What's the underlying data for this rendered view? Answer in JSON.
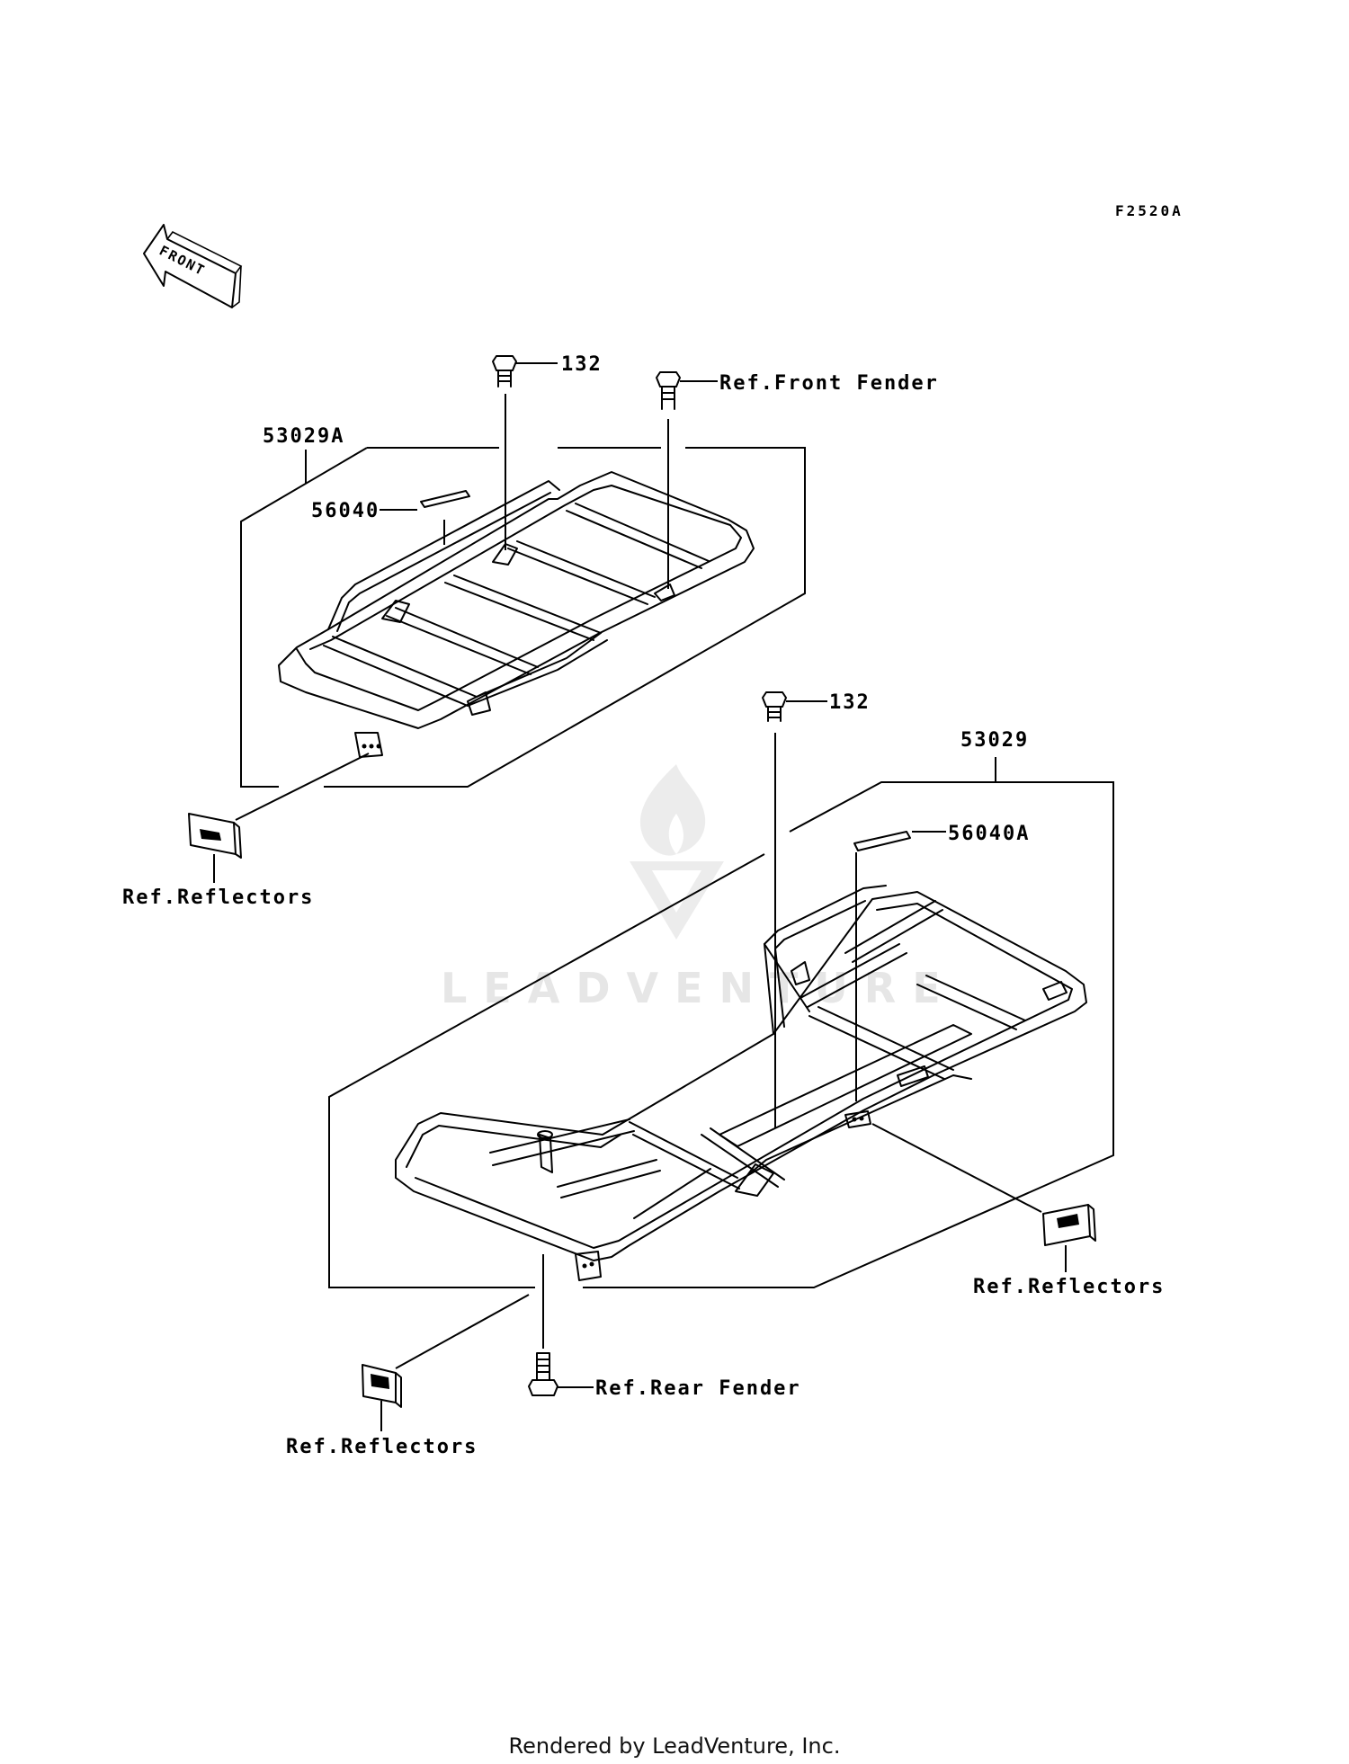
{
  "diagram_code": "F2520A",
  "front_arrow_text": "FRONT",
  "watermark_text": "LEADVENTURE",
  "footer_text": "Rendered by LeadVenture, Inc.",
  "labels": {
    "front_carrier": "53029A",
    "rear_carrier": "53029",
    "front_bolt": "132",
    "rear_bolt": "132",
    "front_label": "56040",
    "rear_label": "56040A",
    "ref_front_fender": "Ref.Front Fender",
    "ref_rear_fender": "Ref.Rear Fender",
    "ref_reflectors_front": "Ref.Reflectors",
    "ref_reflectors_rear_right": "Ref.Reflectors",
    "ref_reflectors_rear_left": "Ref.Reflectors"
  }
}
